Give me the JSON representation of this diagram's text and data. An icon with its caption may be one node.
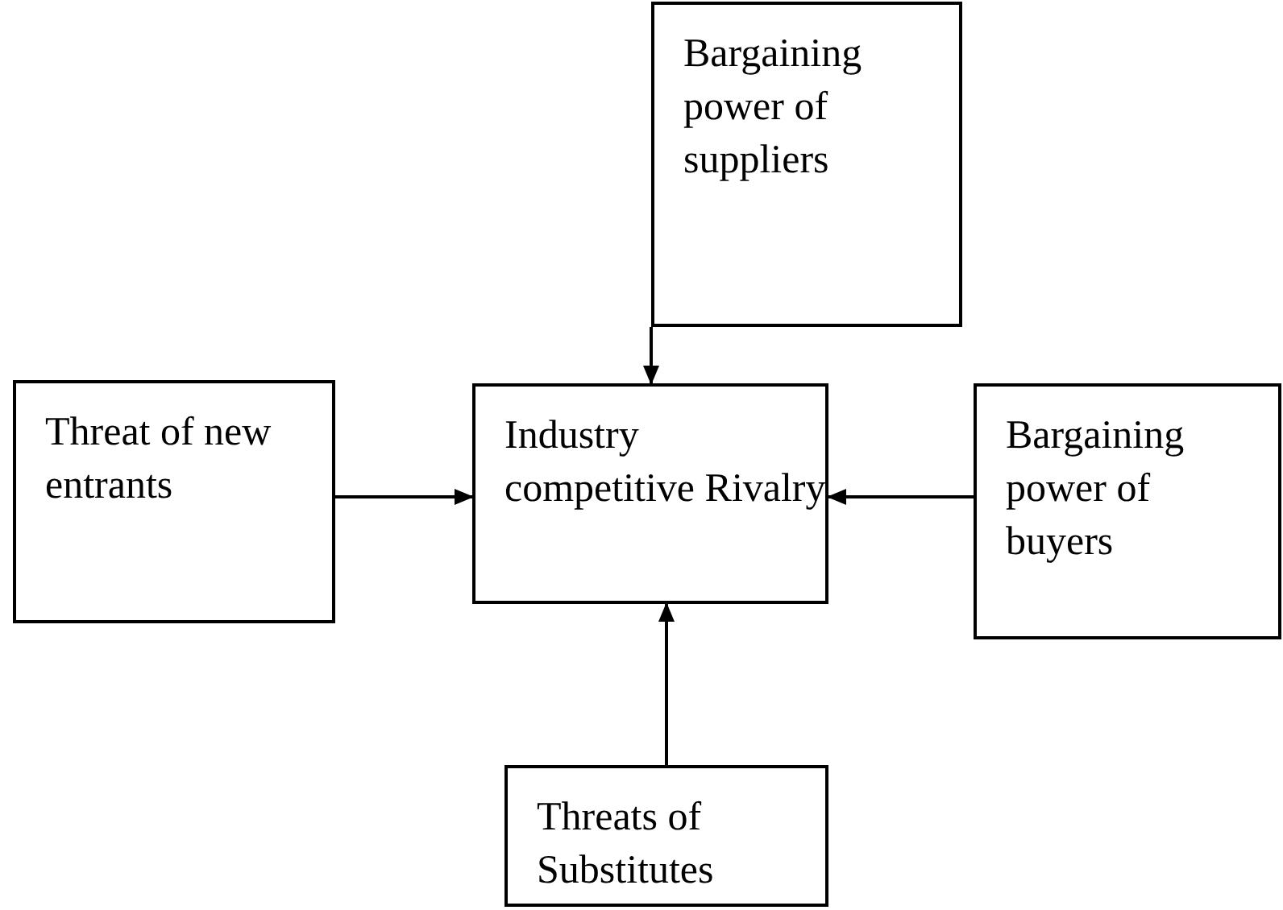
{
  "diagram": {
    "nodes": [
      {
        "text": [
          "Bargaining power of suppliers"
        ]
      },
      {
        "text": [
          "Threat of new entrants"
        ]
      },
      {
        "text": [
          "Industry competitive Rivalry"
        ]
      },
      {
        "text": [
          "Bargaining power of buyers"
        ]
      },
      {
        "text": [
          "Threats of Substitutes"
        ]
      }
    ],
    "edges": [
      {
        "from": 0,
        "to": 2,
        "arrow": "to"
      },
      {
        "from": 1,
        "to": 2,
        "arrow": "to"
      },
      {
        "from": 3,
        "to": 2,
        "arrow": "to"
      },
      {
        "from": 4,
        "to": 2,
        "arrow": "to"
      }
    ]
  }
}
